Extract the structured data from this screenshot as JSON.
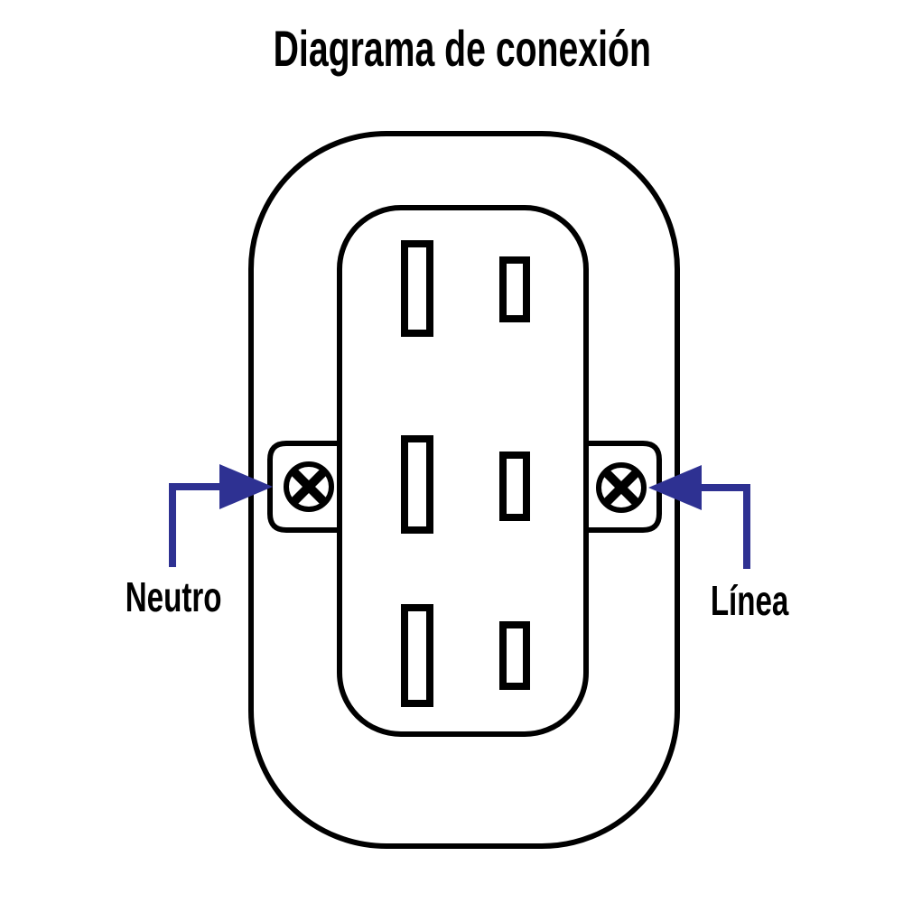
{
  "title": "Diagrama de conexión",
  "labels": {
    "neutral": "Neutro",
    "line": "Línea"
  },
  "colors": {
    "accent_blue": "#2e3192",
    "outline": "#000000",
    "background": "#ffffff"
  },
  "icons": {
    "screw": "screw-head-x-icon",
    "arrow_left": "arrowhead-pointing-right",
    "arrow_right": "arrowhead-pointing-left"
  }
}
